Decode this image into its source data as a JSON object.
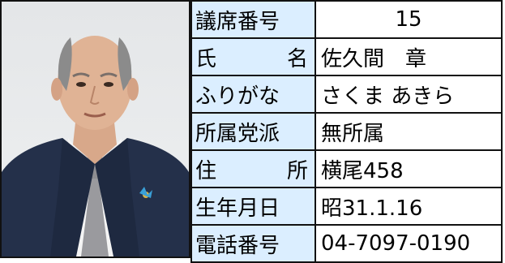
{
  "rows": [
    {
      "label": "議席番号",
      "value": "15"
    },
    {
      "label": "氏　名",
      "value": "佐久間　章"
    },
    {
      "label": "ふりがな",
      "value": "さくま あきら"
    },
    {
      "label": "所属党派",
      "value": "無所属"
    },
    {
      "label": "住　所",
      "value": "横尾458"
    },
    {
      "label": "生年月日",
      "value": "昭31.1.16"
    },
    {
      "label": "電話番号",
      "value": "04-7097-0190"
    }
  ],
  "colors": {
    "label_bg": "#dbeeff",
    "border": "#111111",
    "suit": "#24304a"
  }
}
